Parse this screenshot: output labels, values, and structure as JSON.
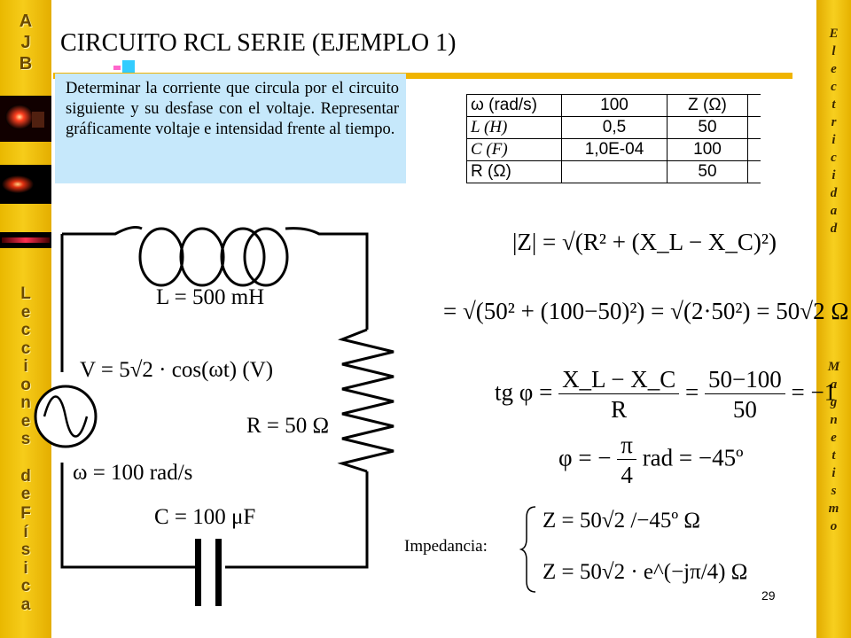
{
  "sidebar_left": {
    "logo_letters": [
      "A",
      "J",
      "B"
    ],
    "word1_letters": [
      "L",
      "e",
      "c",
      "c",
      "i",
      "o",
      "n",
      "e",
      "s"
    ],
    "word2_letters": [
      "d",
      "e"
    ],
    "word3_letters": [
      "F",
      "í",
      "s",
      "i",
      "c",
      "a"
    ]
  },
  "sidebar_right": {
    "word1_letters": [
      "E",
      "l",
      "e",
      "c",
      "t",
      "r",
      "i",
      "c",
      "i",
      "d",
      "a",
      "d"
    ],
    "word2_letters": [
      "M",
      "a",
      "g",
      "n",
      "e",
      "t",
      "i",
      "s",
      "m",
      "o"
    ]
  },
  "title": "CIRCUITO RCL SERIE (EJEMPLO 1)",
  "problem_text": "Determinar la corriente que circula por el circuito siguiente y su desfase con el voltaje. Representar gráficamente voltaje e intensidad frente al tiempo.",
  "data_table": {
    "rows": [
      {
        "label": "ω (rad/s)",
        "value": "100",
        "right": "Z (Ω)"
      },
      {
        "label": "L (H)",
        "value": "0,5",
        "right": "50"
      },
      {
        "label": "C (F)",
        "value": "1,0E-04",
        "right": "100"
      },
      {
        "label": "R (Ω)",
        "value": "",
        "right": "50"
      }
    ]
  },
  "circuit": {
    "inductor_label": "L = 500 mH",
    "voltage_label": "V = 5√2 · cos(ωt)  (V)",
    "resistor_label": "R = 50 Ω",
    "omega_label": "ω = 100 rad/s",
    "capacitor_label": "C = 100 μF"
  },
  "formulas": {
    "z_magnitude": "|Z| = √(R² + (X_L − X_C)²)",
    "z_numeric": "= √(50² + (100−50)²) = √(2·50²) = 50√2 Ω",
    "tg_lhs": "tg φ =",
    "tg_num": "X_L − X_C",
    "tg_den": "R",
    "tg_num2": "50−100",
    "tg_den2": "50",
    "tg_result": "= −1",
    "phi_lhs": "φ = −",
    "phi_num": "π",
    "phi_den": "4",
    "phi_rhs": "rad = −45º",
    "impedance_polar": "Z = 50√2 /−45º Ω",
    "impedance_exp": "Z = 50√2 · e^(−jπ/4) Ω"
  },
  "impedancia_label": "Impedancia:",
  "page_number": "29"
}
